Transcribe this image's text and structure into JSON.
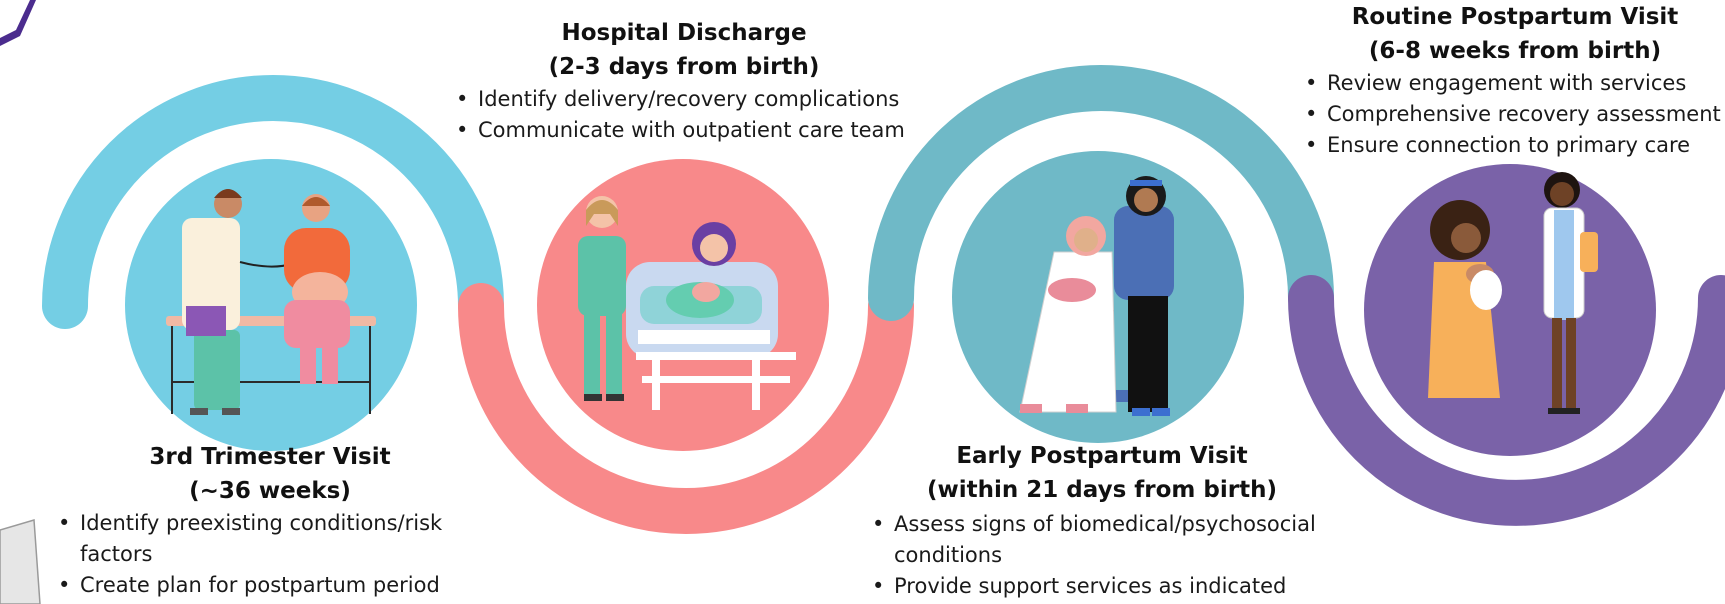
{
  "colors": {
    "blue": "#74CEE4",
    "coral": "#F8898A",
    "teal": "#6FB9C7",
    "purple": "#7A62A8"
  },
  "stages": [
    {
      "title_line1": "3rd Trimester Visit",
      "title_line2": "(~36 weeks)",
      "bullets": [
        "Identify preexisting conditions/risk factors",
        "Create plan for postpartum period"
      ],
      "illustration": "doctor-examining-pregnant-patient"
    },
    {
      "title_line1": "Hospital Discharge",
      "title_line2": "(2-3 days from birth)",
      "bullets": [
        "Identify delivery/recovery complications",
        "Communicate with outpatient care team"
      ],
      "illustration": "nurse-with-mother-and-baby-in-hospital-bed"
    },
    {
      "title_line1": "Early Postpartum Visit",
      "title_line2": "(within 21 days from birth)",
      "bullets": [
        "Assess signs of biomedical/psychosocial conditions",
        "Provide support services as indicated"
      ],
      "illustration": "mother-holding-baby-with-supporter"
    },
    {
      "title_line1": "Routine Postpartum Visit",
      "title_line2": "(6-8 weeks from birth)",
      "bullets": [
        "Review engagement with services",
        "Comprehensive recovery assessment",
        "Ensure connection to primary care"
      ],
      "illustration": "mother-holding-baby-with-doctor"
    }
  ]
}
